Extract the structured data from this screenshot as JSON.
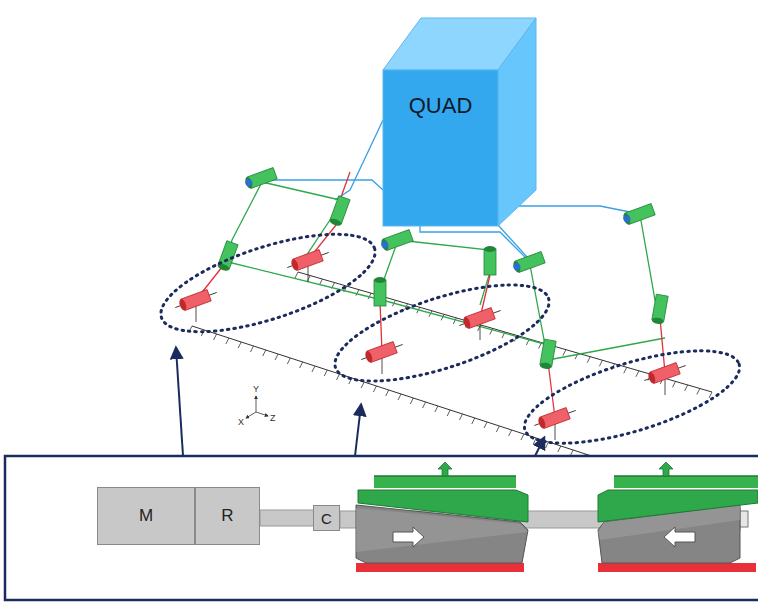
{
  "diagram": {
    "nodes": [
      {
        "text": [
          "QUAD"
        ]
      },
      {
        "text": [
          "M"
        ]
      },
      {
        "text": [
          "R"
        ]
      },
      {
        "text": [
          "C"
        ]
      }
    ],
    "labels": [
      "Y",
      "X",
      "Z"
    ]
  }
}
